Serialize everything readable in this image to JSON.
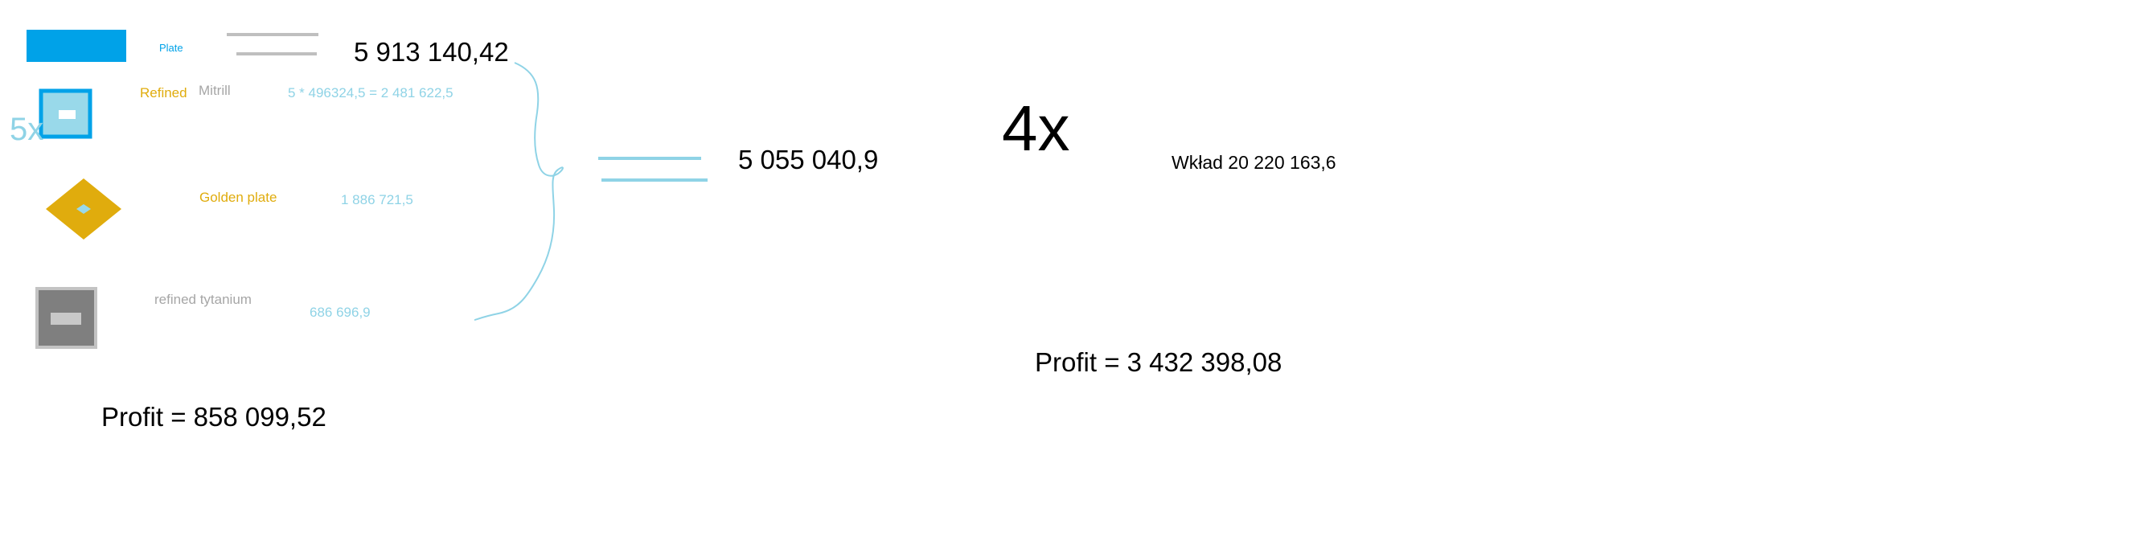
{
  "legend": {
    "plate_label": "Plate",
    "total_top": "5 913 140,42"
  },
  "items": {
    "multiplier_left": "5x",
    "refined_label": "Refined",
    "mitrill_label": "Mitrill",
    "mitrill_calc": "5 * 496324,5 = 2 481 622,5",
    "golden_label": "Golden plate",
    "golden_value": "1 886 721,5",
    "titanium_label": "refined tytanium",
    "titanium_value": "686 696,9"
  },
  "summary": {
    "mid_value": "5 055 040,9",
    "multiplier_right": "4x",
    "contribution": "Wkład 20 220 163,6",
    "profit_right": "Profit = 3 432 398,08",
    "profit_left": "Profit = 858 099,52"
  },
  "colors": {
    "plate_blue": "#00a2e8",
    "cyan": "#8fd3e6",
    "gold": "#e0ac0d",
    "grey": "#a6a6a6",
    "dark_grey": "#7f7f7f"
  }
}
